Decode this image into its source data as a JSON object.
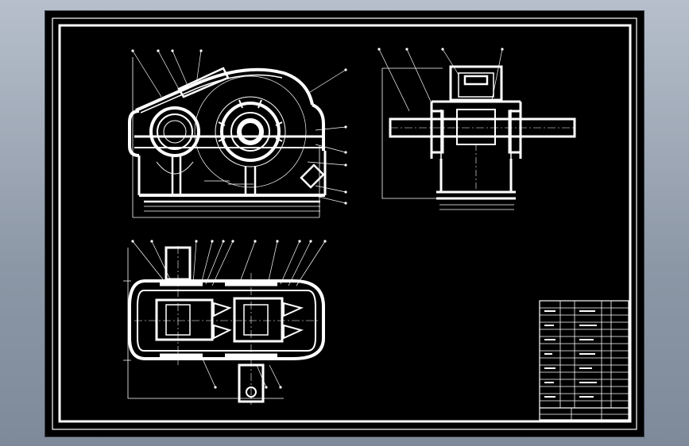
{
  "colors": {
    "background_gradient_top": "#b6bfcb",
    "background_gradient_bottom": "#7e8a9a",
    "sheet": "#000000",
    "lines": "#ffffff"
  },
  "drawing": {
    "title": "",
    "views": [
      "front-view",
      "side-view",
      "top-view"
    ],
    "title_block_present": true
  }
}
